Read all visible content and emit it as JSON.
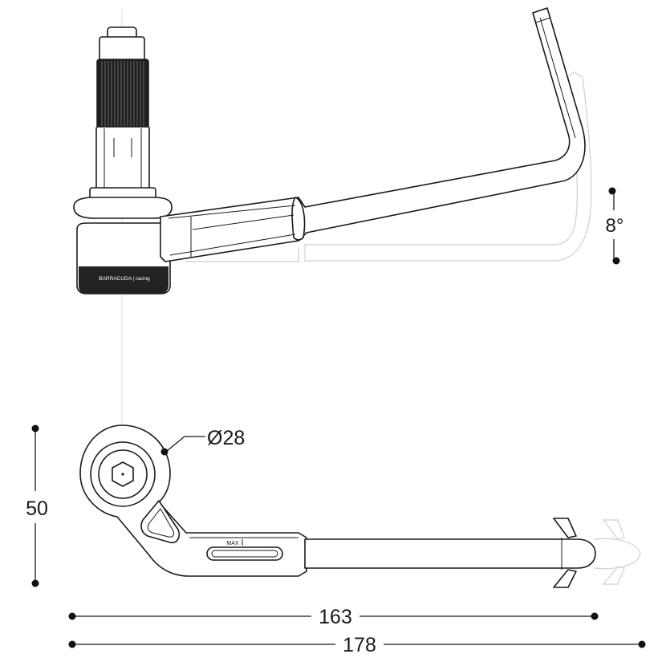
{
  "drawing": {
    "dimensions": {
      "angle": "8°",
      "diameter": "Ø28",
      "height": "50",
      "width_inner": "163",
      "width_total": "178"
    },
    "brand_text": "BARRACUDA | racing",
    "slot_text": "MAX"
  },
  "colors": {
    "line": "#1a1a1a",
    "ghost": "#d6d6d6",
    "body_dark": "#222222"
  }
}
